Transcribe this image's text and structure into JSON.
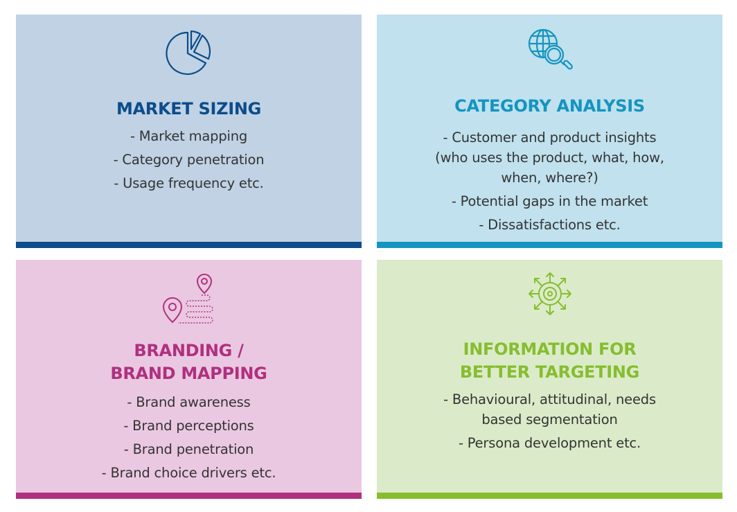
{
  "cards": [
    {
      "title": "MARKET SIZING",
      "icon": "pie-chart-icon",
      "accent": "#0c4c8a",
      "background": "#c0d2e4",
      "items": [
        "- Market mapping",
        "- Category penetration",
        "- Usage frequency etc."
      ]
    },
    {
      "title": "CATEGORY ANALYSIS",
      "icon": "globe-search-icon",
      "accent": "#1594c0",
      "background": "#c0e1ed",
      "items": [
        "- Customer and product insights\n(who uses the product, what, how,\nwhen, where?)",
        "- Potential gaps in the market",
        "- Dissatisfactions etc."
      ]
    },
    {
      "title": "BRANDING /\nBRAND MAPPING",
      "icon": "map-pins-route-icon",
      "accent": "#b0307e",
      "background": "#eac8e2",
      "items": [
        "- Brand awareness",
        "- Brand perceptions",
        "- Brand penetration",
        "- Brand choice drivers etc."
      ]
    },
    {
      "title": "INFORMATION FOR\nBETTER TARGETING",
      "icon": "target-arrows-icon",
      "accent": "#87bd2f",
      "background": "#dbebc9",
      "items": [
        "- Behavioural, attitudinal, needs\nbased segmentation",
        "- Persona development etc."
      ]
    }
  ]
}
